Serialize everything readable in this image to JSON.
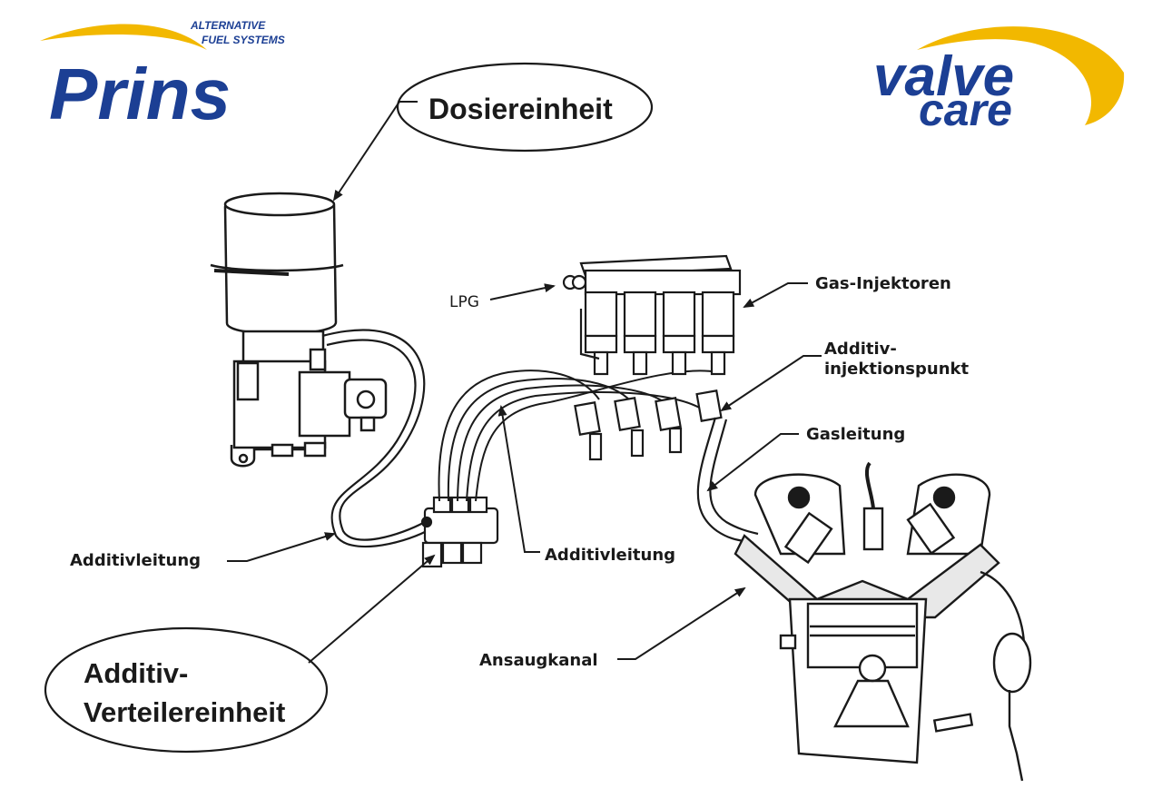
{
  "logos": {
    "prins": {
      "tagline_1": "ALTERNATIVE",
      "tagline_2": "FUEL SYSTEMS",
      "name": "Prins"
    },
    "valvecare": {
      "line_1": "valve",
      "line_2": "care"
    }
  },
  "labels": {
    "dosing_unit": "Dosiereinheit",
    "lpg": "LPG",
    "gas_injectors": "Gas-Injektoren",
    "additive_injection_point_1": "Additiv-",
    "additive_injection_point_2": "injektionspunkt",
    "gas_line": "Gasleitung",
    "additive_line_left": "Additivleitung",
    "additive_line_center": "Additivleitung",
    "intake_port": "Ansaugkanal",
    "distributor_1": "Additiv-",
    "distributor_2": "Verteilereinheit"
  },
  "colors": {
    "prins_blue": "#1c3f94",
    "accent_yellow": "#f2b800",
    "line": "#1a1a1a"
  }
}
